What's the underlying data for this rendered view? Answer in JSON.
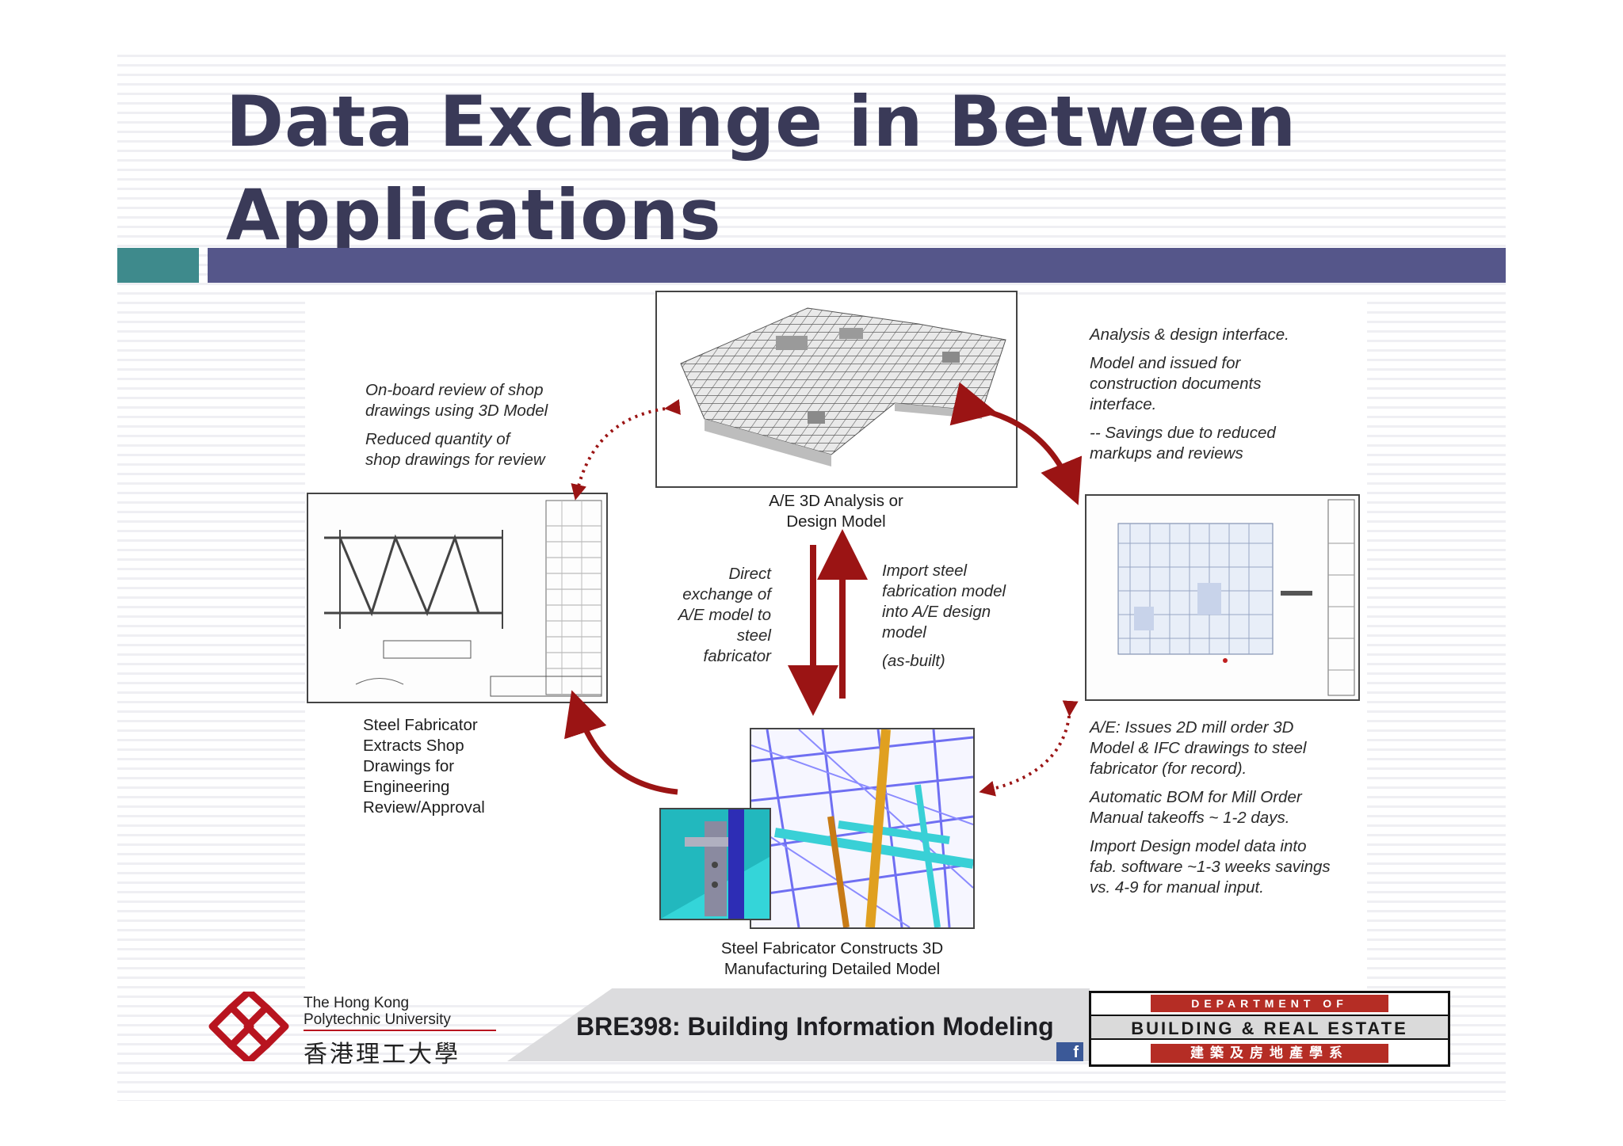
{
  "slide": {
    "title_line1": "Data Exchange in Between",
    "title_line2": "Applications"
  },
  "diagram": {
    "top_caption_line1": "A/E 3D Analysis or",
    "top_caption_line2": "Design Model",
    "left_caption": [
      "Steel Fabricator",
      "Extracts Shop",
      "Drawings for",
      "Engineering",
      "Review/Approval"
    ],
    "bottom_caption_line1": "Steel Fabricator Constructs 3D",
    "bottom_caption_line2": "Manufacturing Detailed Model",
    "note_top_left": {
      "p1": [
        "On-board review of shop",
        "drawings using 3D Model"
      ],
      "p2": [
        "Reduced quantity of",
        "shop drawings for review"
      ]
    },
    "note_top_right": {
      "p1": [
        "Analysis & design interface."
      ],
      "p2": [
        "Model and issued for",
        "construction documents",
        "interface."
      ],
      "p3": [
        "-- Savings due to reduced",
        "markups and reviews"
      ]
    },
    "note_center_left": [
      "Direct",
      "exchange of",
      "A/E model to",
      "steel",
      "fabricator"
    ],
    "note_center_right": {
      "p1": [
        "Import steel",
        "fabrication model",
        "into A/E design",
        "model"
      ],
      "p2": [
        "(as-built)"
      ]
    },
    "note_bottom_right": {
      "p1": [
        "A/E: Issues 2D mill order 3D",
        "Model & IFC drawings to steel",
        "fabricator (for record)."
      ],
      "p2": [
        "Automatic BOM for Mill Order",
        "Manual takeoffs ~ 1-2 days."
      ],
      "p3": [
        "Import Design model data into",
        "fab. software ~1-3 weeks savings",
        "vs. 4-9 for manual input."
      ]
    }
  },
  "footer": {
    "university_line1": "The Hong Kong",
    "university_line2": "Polytechnic University",
    "university_cn": "香港理工大學",
    "course": "BRE398: Building Information Modeling",
    "facebook_icon_glyph": "f",
    "dept_line1": "DEPARTMENT OF",
    "dept_line2": "BUILDING & REAL ESTATE",
    "dept_line3": "建築及房地產學系"
  },
  "colors": {
    "title": "#3a3a58",
    "bar_teal": "#3e8a8c",
    "bar_blue": "#55568a",
    "arrow_red": "#9b1414",
    "logo_red": "#b8141f"
  }
}
